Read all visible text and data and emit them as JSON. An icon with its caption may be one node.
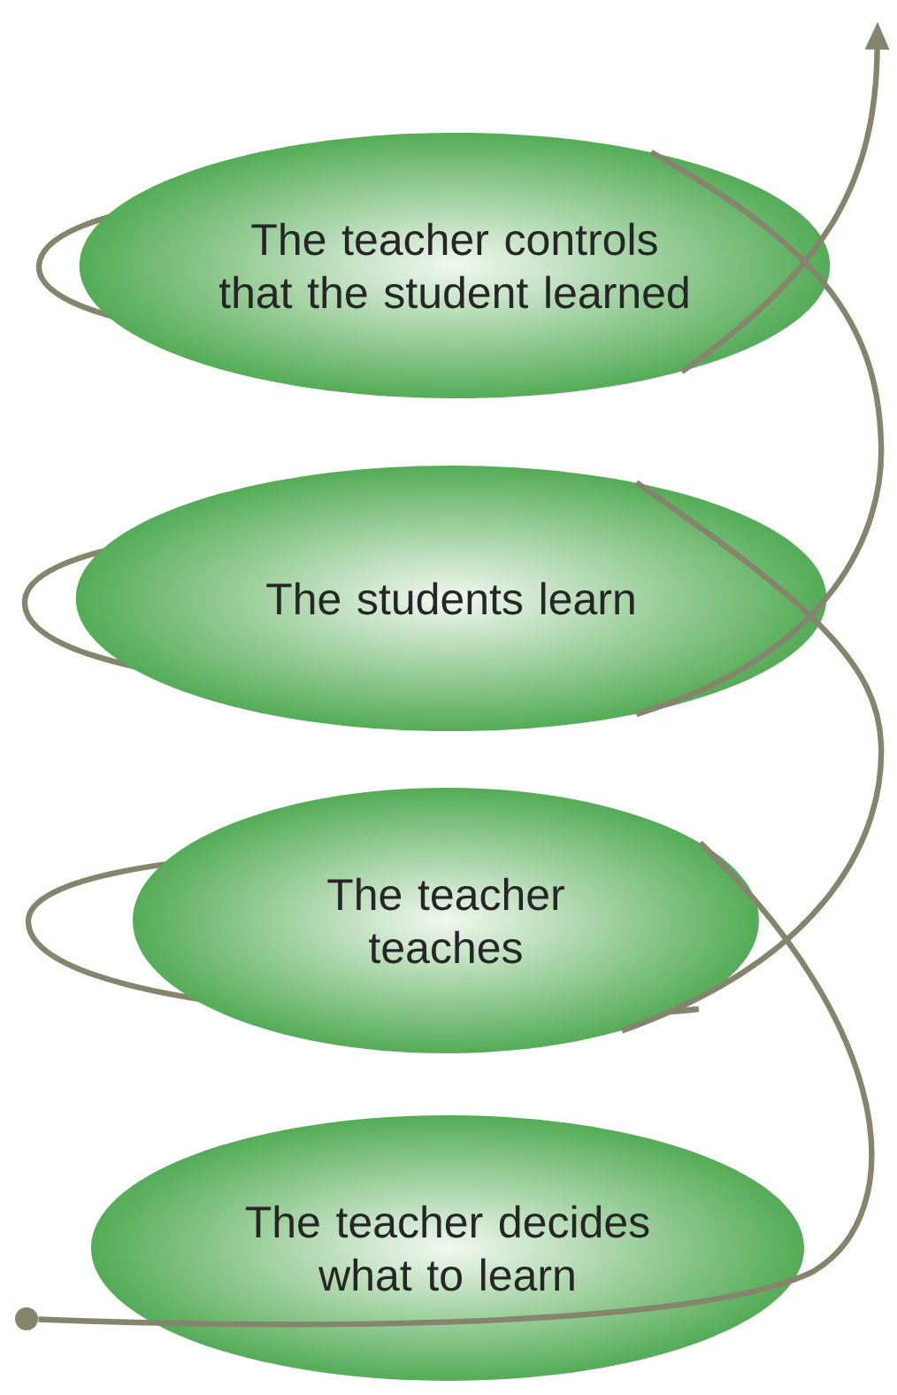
{
  "diagram": {
    "nodes": [
      {
        "text": [
          "The teacher controls that the student learned"
        ]
      },
      {
        "text": [
          "The students learn"
        ]
      },
      {
        "text": [
          "The teacher teaches"
        ]
      },
      {
        "text": [
          "The teacher decides what to learn"
        ]
      },
      {
        "text": [],
        "shape": "circle"
      }
    ],
    "edges": [
      {
        "from": 4,
        "to": 2,
        "arrow": "none"
      },
      {
        "from": 2,
        "to": 1,
        "arrow": "none"
      },
      {
        "from": 1,
        "to": 0,
        "arrow": "none"
      },
      {
        "from": 0,
        "to": null,
        "arrow": "to"
      }
    ]
  }
}
